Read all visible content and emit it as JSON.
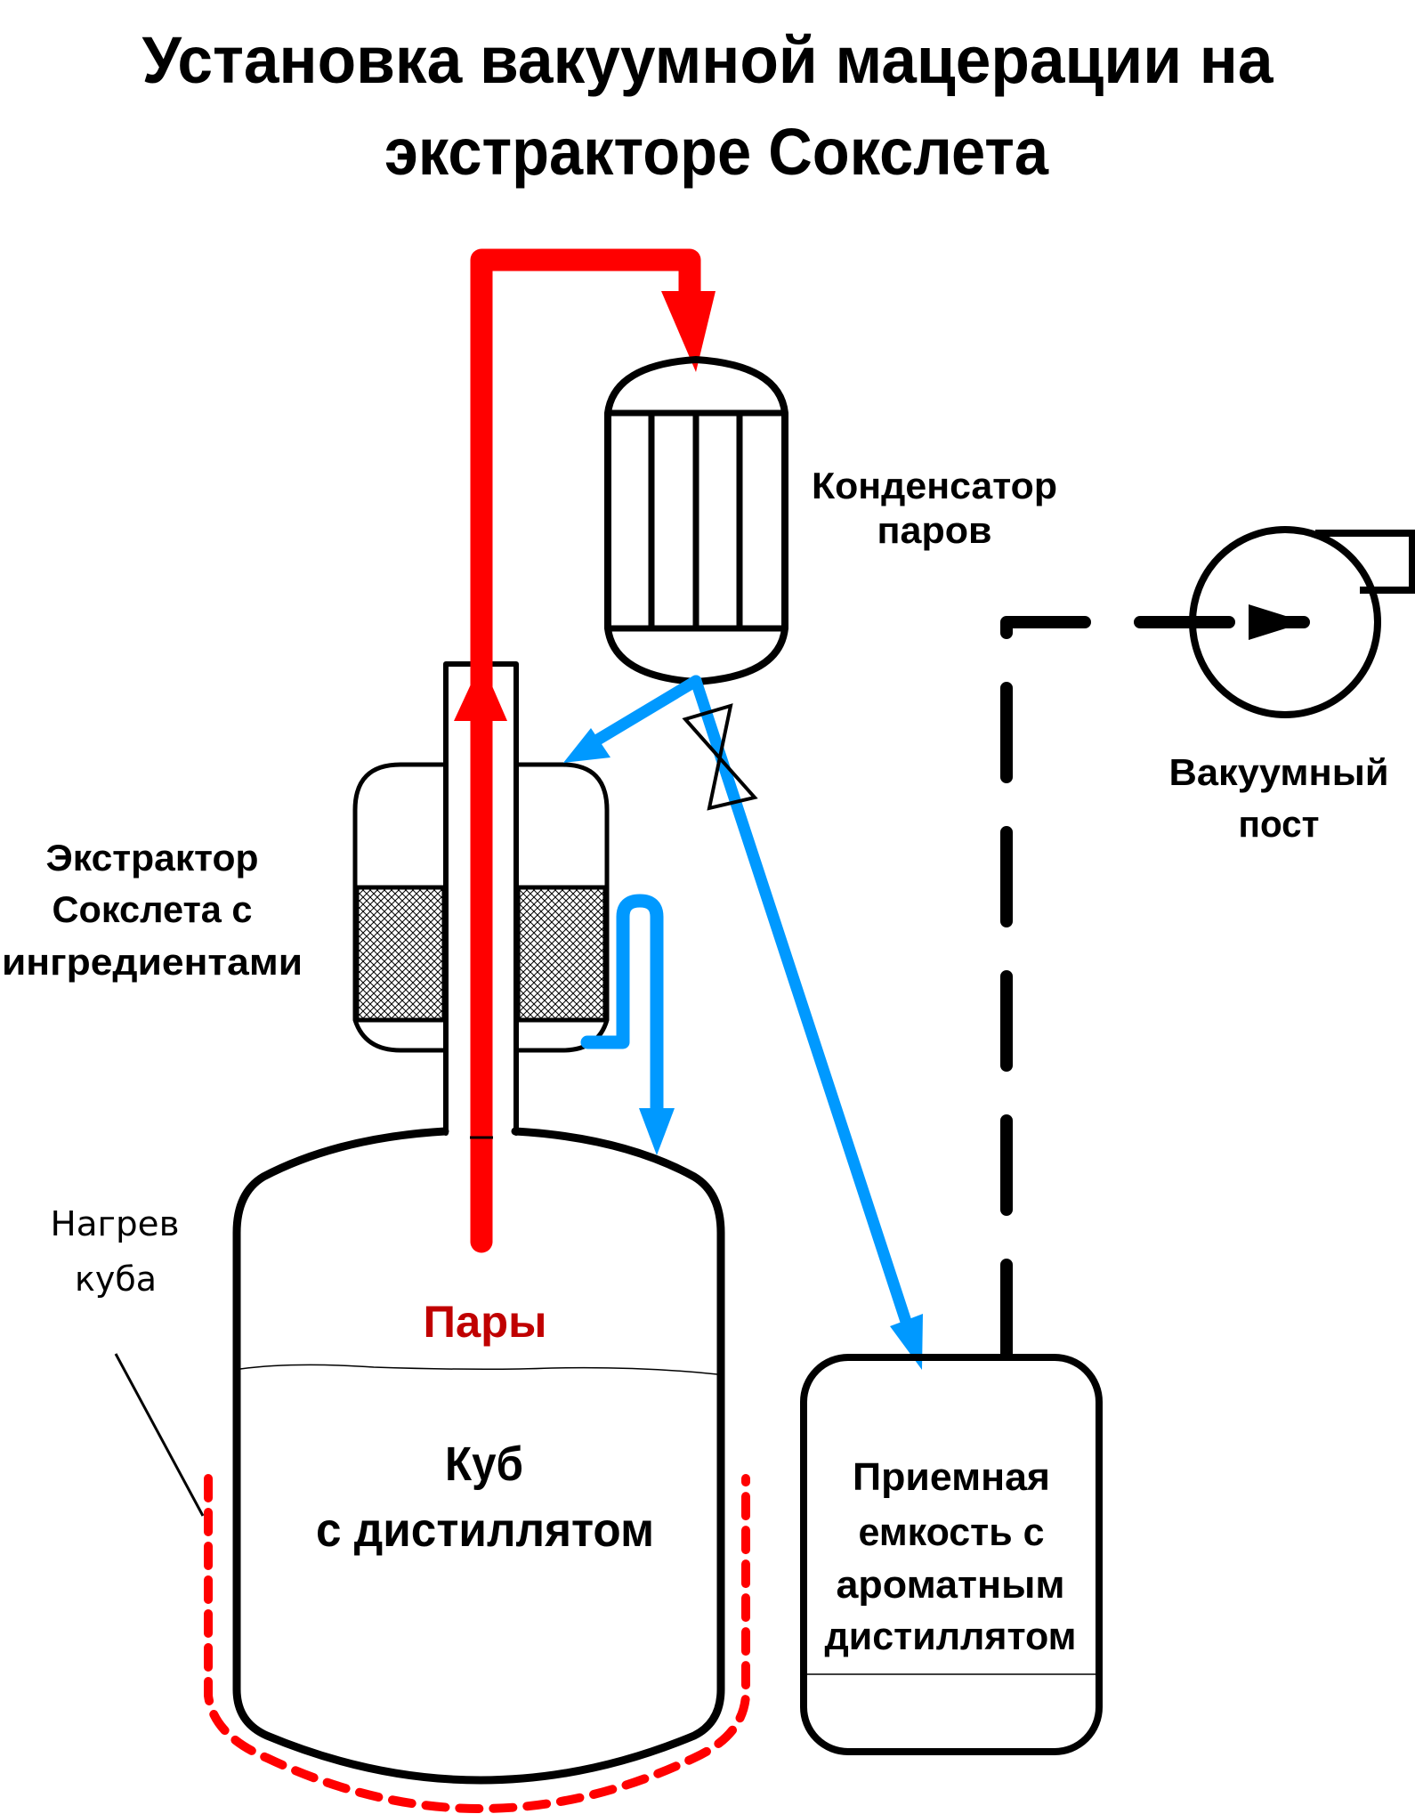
{
  "title": {
    "line1": "Установка вакуумной мацерации на",
    "line2": "экстракторе Сокслета"
  },
  "labels": {
    "condenser": [
      "Конденсатор",
      "паров"
    ],
    "vacuum_station": [
      "Вакуумный",
      "пост"
    ],
    "extractor": [
      "Экстрактор",
      "Сокслета с",
      "ингредиентами"
    ],
    "heating": [
      "Нагрев",
      "куба"
    ],
    "vapors": "Пары",
    "still": [
      "Куб",
      "с дистиллятом"
    ],
    "receiver": [
      "Приемная",
      "емкость с",
      "ароматным",
      "дистиллятом"
    ]
  },
  "colors": {
    "vapor_line": "#ff0000",
    "vapor_label": "#c00000",
    "condensate_line": "#0099ff",
    "heater": "#ff0000",
    "outline": "#000000"
  }
}
